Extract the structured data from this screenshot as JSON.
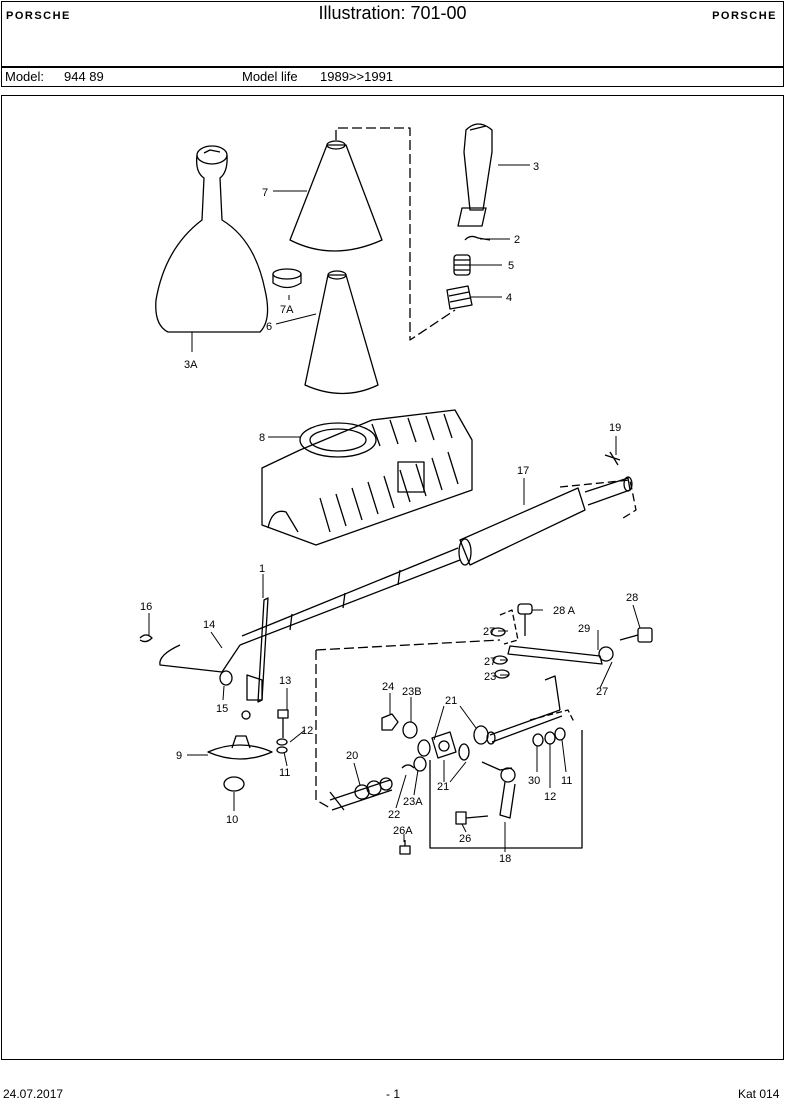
{
  "header": {
    "brand_left": "PORSCHE",
    "brand_right": "PORSCHE",
    "title": "Illustration: 701-00"
  },
  "model_bar": {
    "model_label": "Model:",
    "model_value": "944 89",
    "life_label": "Model life",
    "life_value": "1989>>1991"
  },
  "callouts": {
    "p1": "1",
    "p2": "2",
    "p3": "3",
    "p3a": "3A",
    "p4": "4",
    "p5": "5",
    "p6": "6",
    "p7": "7",
    "p7a": "7A",
    "p8": "8",
    "p9": "9",
    "p10": "10",
    "p11a": "11",
    "p11b": "11",
    "p12a": "12",
    "p12b": "12",
    "p13": "13",
    "p14": "14",
    "p15": "15",
    "p16": "16",
    "p17": "17",
    "p18": "18",
    "p19": "19",
    "p20": "20",
    "p21a": "21",
    "p21b": "21",
    "p22": "22",
    "p23": "23",
    "p23a": "23A",
    "p23b": "23B",
    "p24": "24",
    "p26": "26",
    "p26a": "26A",
    "p27a": "27",
    "p27b": "27",
    "p27c": "27",
    "p28": "28",
    "p28a": "28 A",
    "p29": "29",
    "p30": "30"
  },
  "footer": {
    "date": "24.07.2017",
    "page": "- 1",
    "catalog": "Kat 014"
  }
}
